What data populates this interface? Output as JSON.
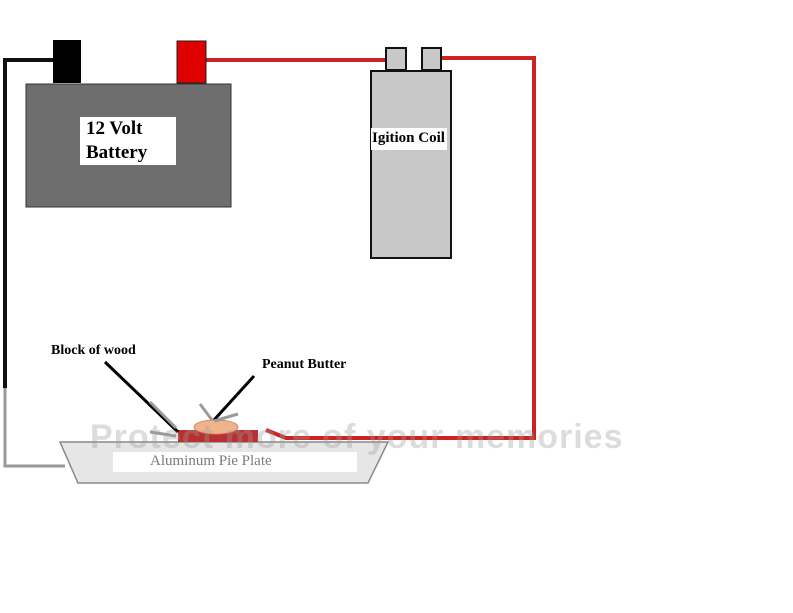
{
  "labels": {
    "battery": "12 Volt Battery",
    "coil": "Igition Coil",
    "wood": "Block of wood",
    "peanut_butter": "Peanut Butter",
    "pie_plate": "Aluminum Pie Plate"
  },
  "watermark_text": "Protect more of your memories",
  "colors": {
    "wire_positive": "#cc2222",
    "wire_negative": "#111111",
    "wire_ground": "#999999",
    "battery_body": "#6e6e6e",
    "battery_negative_terminal": "#000000",
    "battery_positive_terminal": "#e00000",
    "coil_body": "#c8c8c8",
    "plate": "#e6e6e6",
    "peanut_butter": "#f0b48c"
  }
}
